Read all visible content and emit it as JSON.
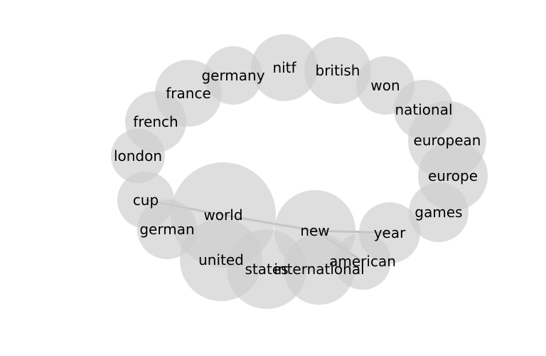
{
  "diagram": {
    "type": "word-cooccurrence-bubble-graph",
    "nodes": [
      {
        "id": "world",
        "label": "world"
      },
      {
        "id": "united",
        "label": "united"
      },
      {
        "id": "new",
        "label": "new"
      },
      {
        "id": "states",
        "label": "states"
      },
      {
        "id": "international",
        "label": "international"
      },
      {
        "id": "european",
        "label": "european"
      },
      {
        "id": "europe",
        "label": "europe"
      },
      {
        "id": "british",
        "label": "british"
      },
      {
        "id": "nitf",
        "label": "nitf"
      },
      {
        "id": "france",
        "label": "france"
      },
      {
        "id": "year",
        "label": "year"
      },
      {
        "id": "american",
        "label": "american"
      },
      {
        "id": "french",
        "label": "french"
      },
      {
        "id": "national",
        "label": "national"
      },
      {
        "id": "german",
        "label": "german"
      },
      {
        "id": "germany",
        "label": "germany"
      },
      {
        "id": "games",
        "label": "games"
      },
      {
        "id": "won",
        "label": "won"
      },
      {
        "id": "cup",
        "label": "cup"
      },
      {
        "id": "london",
        "label": "london"
      }
    ],
    "edges": [
      {
        "source": "cup",
        "target": "world"
      },
      {
        "source": "world",
        "target": "new"
      },
      {
        "source": "new",
        "target": "year"
      },
      {
        "source": "new",
        "target": "american"
      }
    ]
  }
}
